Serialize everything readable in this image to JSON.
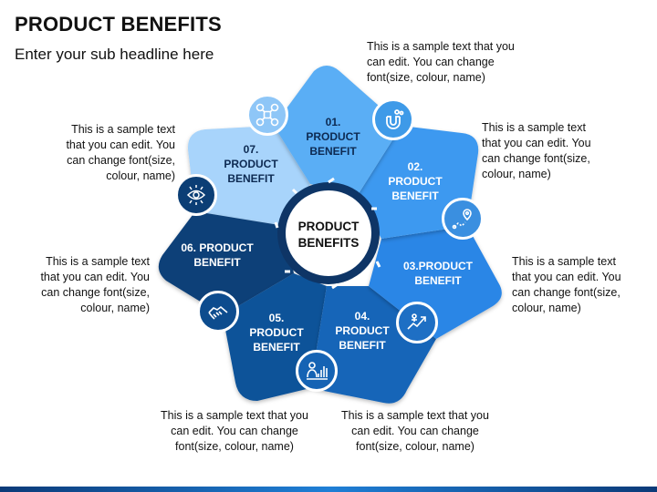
{
  "title": "PRODUCT BENEFITS",
  "subtitle": "Enter your sub headline here",
  "center": {
    "label": "PRODUCT\nBENEFITS"
  },
  "benefits": [
    {
      "label": "01.\nPRODUCT\nBENEFIT",
      "icon": "drone-icon",
      "note": "This is a sample text that you can edit. You can change font(size, colour, name)"
    },
    {
      "label": "02.\nPRODUCT\nBENEFIT",
      "icon": "magnet-icon",
      "note": "This is a sample text that you can edit. You can change font(size, colour, name)"
    },
    {
      "label": "03.PRODUCT\nBENEFIT",
      "icon": "route-pin-icon",
      "note": "This is a sample text that you can edit. You can change font(size, colour, name)"
    },
    {
      "label": "04.\nPRODUCT\nBENEFIT",
      "icon": "growth-person-icon",
      "note": "This is a sample text that you can edit. You can change font(size, colour, name)"
    },
    {
      "label": "05.\nPRODUCT\nBENEFIT",
      "icon": "handshake-icon",
      "note": "This is a sample text that you can edit. You can change font(size, colour, name)"
    },
    {
      "label": "06. PRODUCT\nBENEFIT",
      "icon": "worker-chart-icon",
      "note": "This is a sample text that you can edit. You can change font(size, colour, name)"
    },
    {
      "label": "07.\nPRODUCT\nBENEFIT",
      "icon": "circuit-eye-icon",
      "note": "This is a sample text that you can edit. You can change font(size, colour, name)"
    }
  ],
  "colors": {
    "p1": "#5aaef5",
    "p2": "#3d99f0",
    "p3": "#2c86e6",
    "p4": "#1565b8",
    "p5": "#0d5299",
    "p6": "#0a3f78",
    "p7": "#a8d4fb",
    "icon1": "#8ec6f7",
    "icon2": "#3e9ae8",
    "icon3": "#3a8fe0",
    "icon4": "#1e6fc4",
    "icon5": "#1563b4",
    "icon6": "#0d4c8e",
    "icon7": "#0b3e75"
  }
}
